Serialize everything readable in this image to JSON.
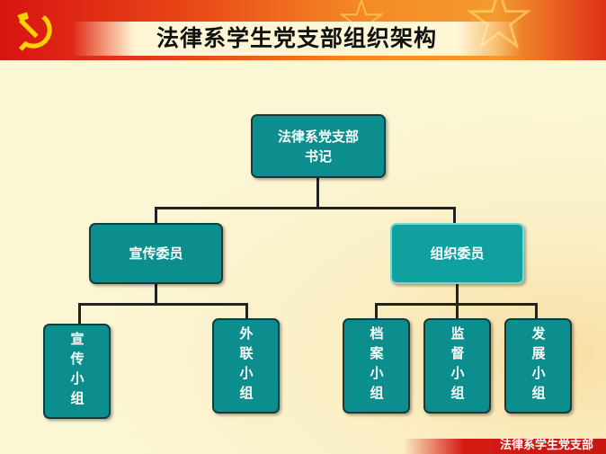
{
  "slide": {
    "title": "法律系学生党支部组织架构",
    "footer": "法律系学生党支部"
  },
  "org": {
    "root": {
      "line1": "法律系党支部",
      "line2": "书记"
    },
    "branches": [
      {
        "label": "宣传委员",
        "children": [
          "宣传小组",
          "外联小组"
        ]
      },
      {
        "label": "组织委员",
        "children": [
          "档案小组",
          "监督小组",
          "发展小组"
        ]
      }
    ]
  },
  "colors": {
    "banner_red": "#d81412",
    "node_fill": "#0d8e8e",
    "node_border": "#133c3c",
    "background": "#fbf6d4"
  },
  "icons": [
    "party-emblem-icon",
    "star-icon"
  ]
}
